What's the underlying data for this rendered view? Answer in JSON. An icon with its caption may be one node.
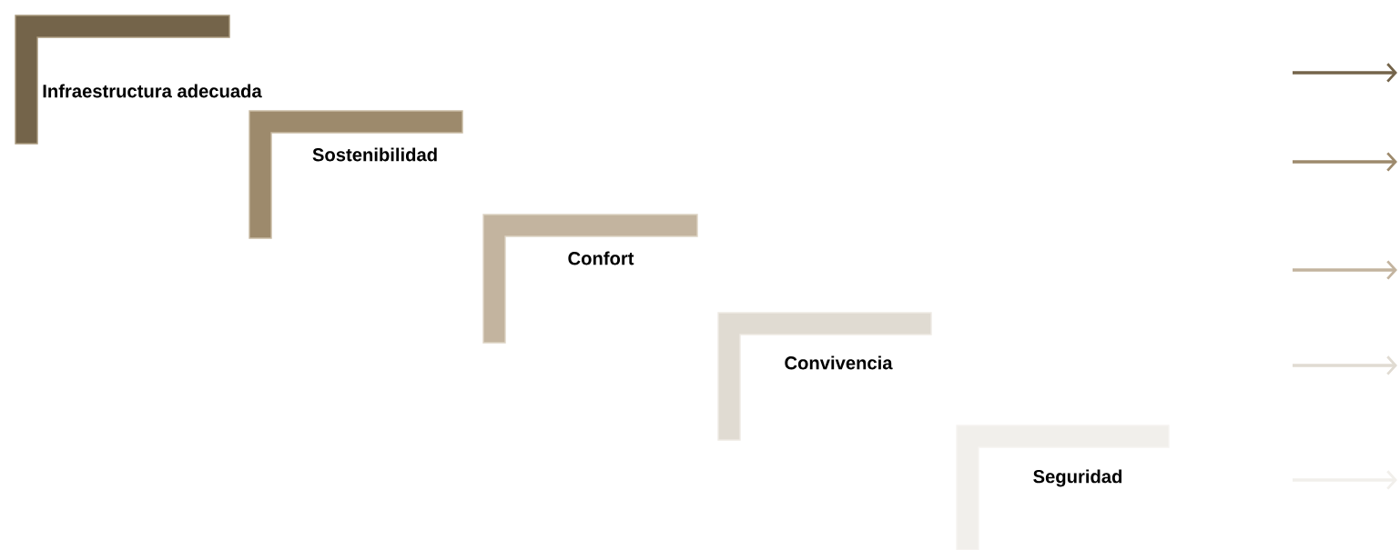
{
  "diagram": {
    "nodes": [
      {
        "text": [
          "Infraestructura adecuada"
        ]
      },
      {
        "text": [
          "Sostenibilidad"
        ]
      },
      {
        "text": [
          "Confort"
        ]
      },
      {
        "text": [
          "Convivencia"
        ]
      },
      {
        "text": [
          "Seguridad"
        ]
      }
    ]
  }
}
